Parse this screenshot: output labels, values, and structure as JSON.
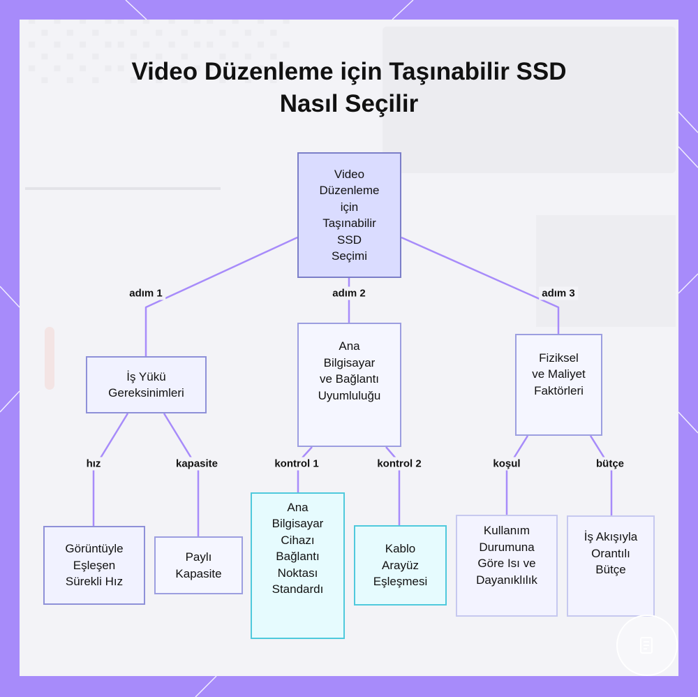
{
  "diagram": {
    "title": "Video Düzenleme için Taşınabilir SSD\nNasıl Seçilir",
    "root": {
      "label": "Video\nDüzenleme\niçin\nTaşınabilir\nSSD\nSeçimi"
    },
    "branches": [
      {
        "edge_label": "adım 1",
        "label": "İş Yükü\nGereksinimleri",
        "children": [
          {
            "edge_label": "hız",
            "label": "Görüntüyle\nEşleşen\nSürekli Hız"
          },
          {
            "edge_label": "kapasite",
            "label": "Paylı\nKapasite"
          }
        ]
      },
      {
        "edge_label": "adım 2",
        "label": "Ana\nBilgisayar\nve Bağlantı\nUyumluluğu",
        "children": [
          {
            "edge_label": "kontrol 1",
            "label": "Ana\nBilgisayar\nCihazı\nBağlantı\nNoktası\nStandardı"
          },
          {
            "edge_label": "kontrol 2",
            "label": "Kablo\nArayüz\nEşleşmesi"
          }
        ]
      },
      {
        "edge_label": "adım 3",
        "label": "Fiziksel\nve Maliyet\nFaktörleri",
        "children": [
          {
            "edge_label": "koşul",
            "label": "Kullanım\nDurumuna\nGöre Isı ve\nDayanıklılık"
          },
          {
            "edge_label": "bütçe",
            "label": "İş Akışıyla\nOrantılı\nBütçe"
          }
        ]
      }
    ]
  },
  "colors": {
    "frame": "#a78bfa",
    "edge": "#a78bfa",
    "root_fill": "#dadcff",
    "node_border": "#8e90d8",
    "cyan_border": "#4fc9dc"
  }
}
